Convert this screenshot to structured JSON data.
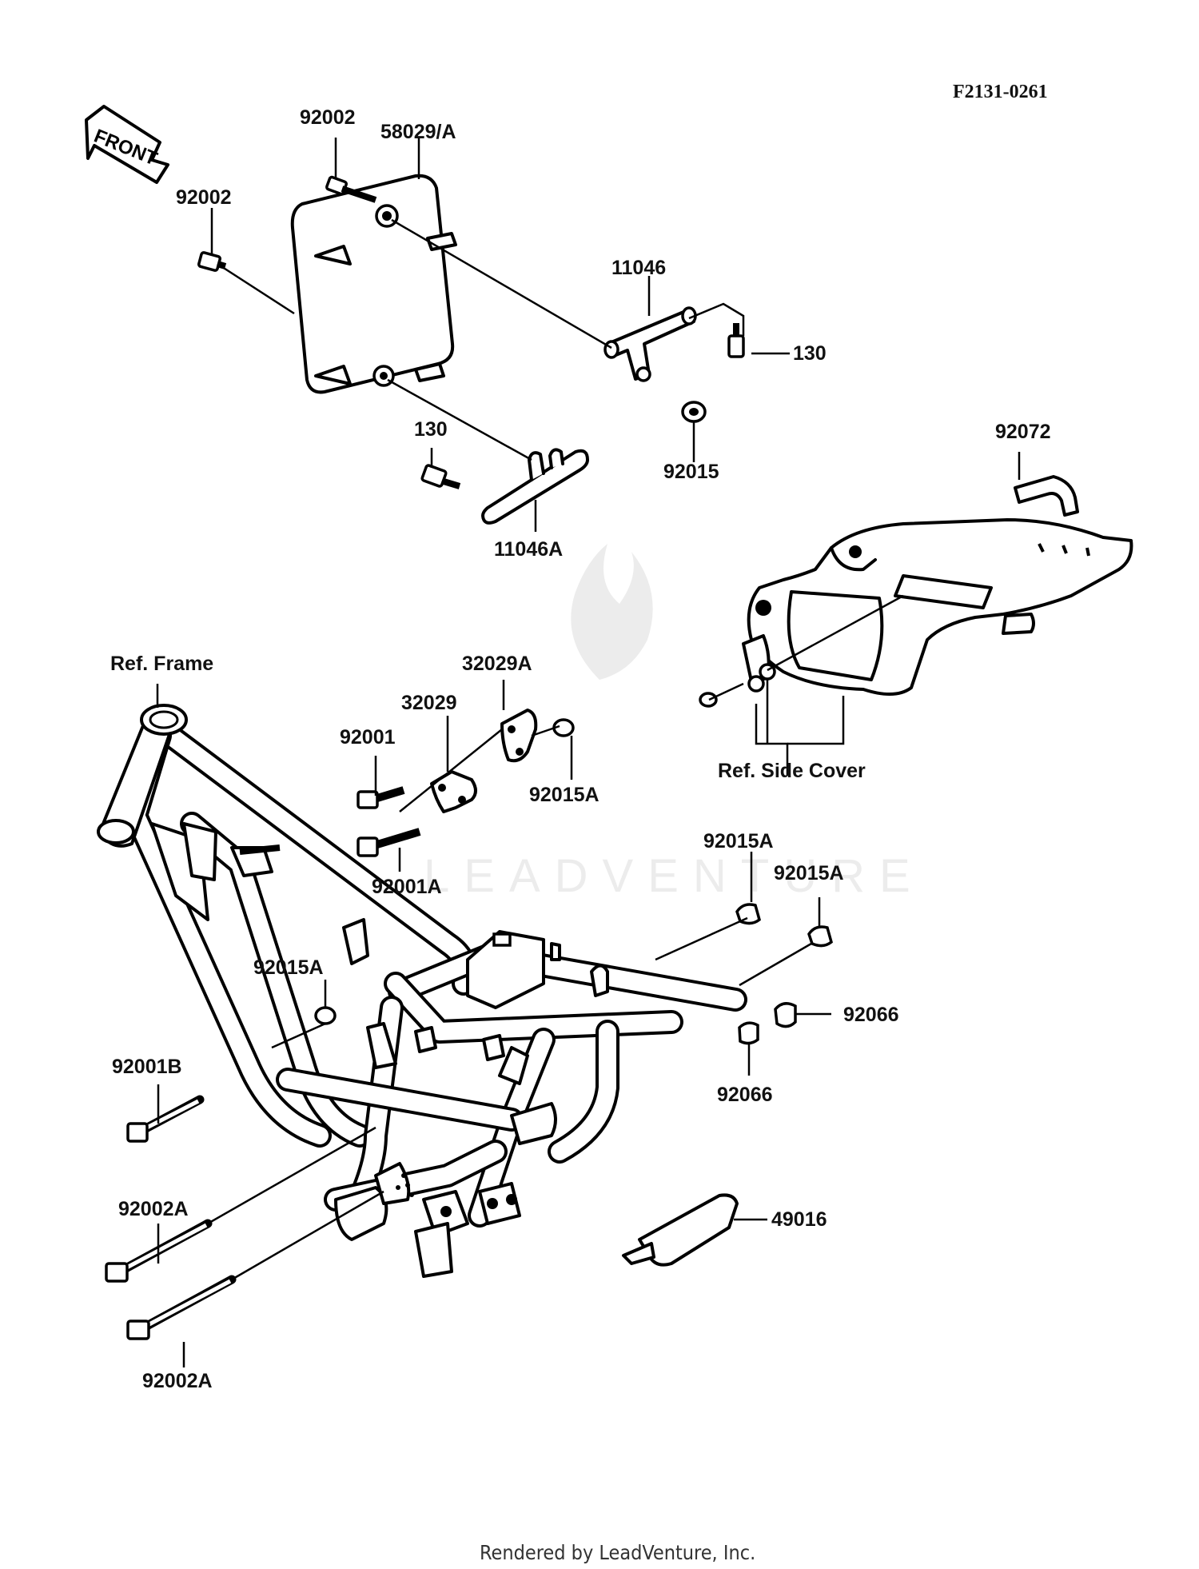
{
  "diagram": {
    "figure_code": "F2131-0261",
    "front_arrow": "FRONT",
    "watermark": "LEADVENTURE",
    "footer": "Rendered by LeadVenture, Inc.",
    "callouts": {
      "c92002_top": "92002",
      "c58029A": "58029/A",
      "c92002_left": "92002",
      "c11046": "11046",
      "c130_right": "130",
      "c130_left": "130",
      "c92015": "92015",
      "c11046A": "11046A",
      "c92072": "92072",
      "ref_frame": "Ref. Frame",
      "c32029A": "32029A",
      "c32029": "32029",
      "c92001": "92001",
      "c92015A_mid": "92015A",
      "c92001A": "92001A",
      "ref_side_cover": "Ref. Side Cover",
      "c92015A_r1": "92015A",
      "c92015A_r2": "92015A",
      "c92015A_left": "92015A",
      "c92066_right": "92066",
      "c92066_bottom": "92066",
      "c92001B": "92001B",
      "c92002A_upper": "92002A",
      "c49016": "49016",
      "c92002A_lower": "92002A"
    }
  }
}
